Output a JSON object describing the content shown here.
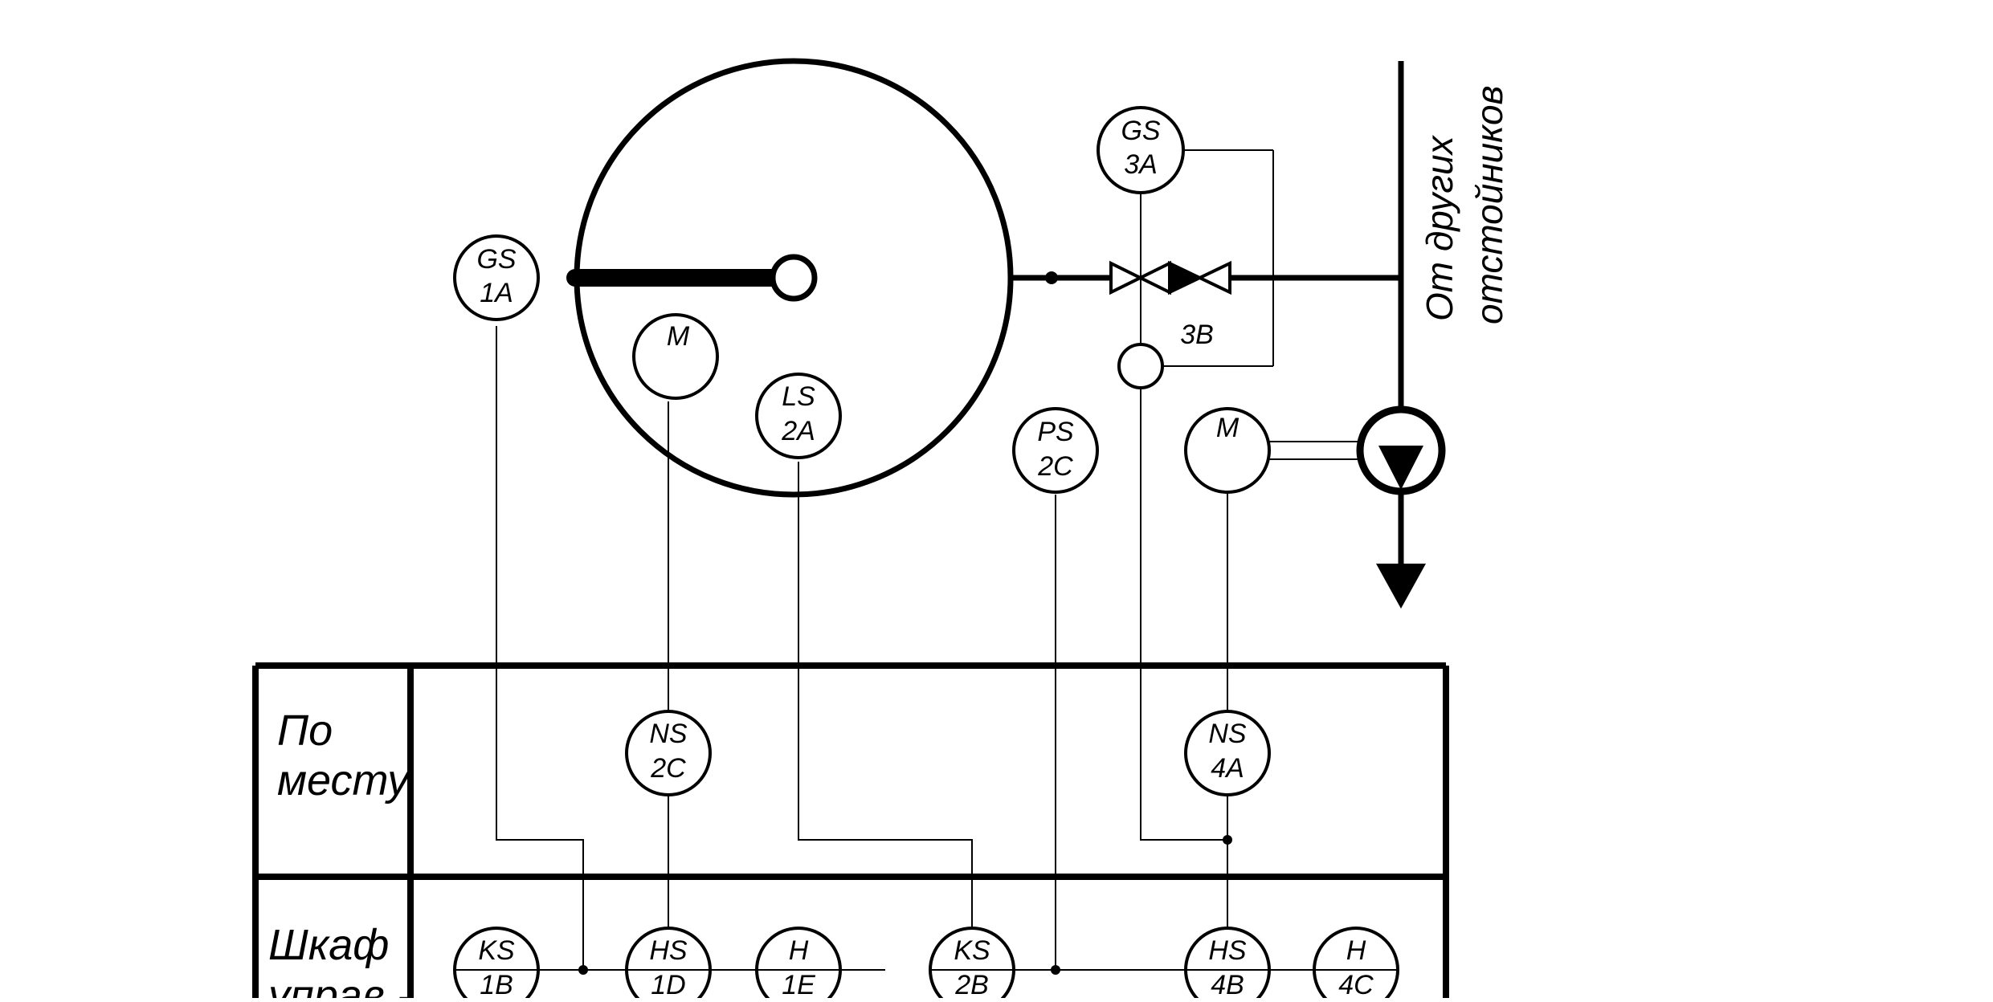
{
  "diagram": {
    "instruments": {
      "gs1a": {
        "top": "GS",
        "bottom": "1A"
      },
      "m1": {
        "top": "M"
      },
      "ls2a": {
        "top": "LS",
        "bottom": "2A"
      },
      "ps2c": {
        "top": "PS",
        "bottom": "2C"
      },
      "gs3a": {
        "top": "GS",
        "bottom": "3A"
      },
      "m2": {
        "top": "M"
      },
      "ns2c": {
        "top": "NS",
        "bottom": "2C"
      },
      "ns4a": {
        "top": "NS",
        "bottom": "4A"
      },
      "ks1b": {
        "top": "KS",
        "bottom": "1B"
      },
      "hs1d": {
        "top": "HS",
        "bottom": "1D"
      },
      "h1e": {
        "top": "H",
        "bottom": "1E"
      },
      "ks2b": {
        "top": "KS",
        "bottom": "2B"
      },
      "hs4b": {
        "top": "HS",
        "bottom": "4B"
      },
      "h4c": {
        "top": "H",
        "bottom": "4C"
      }
    },
    "valve_label": "3B",
    "side_label": {
      "line1": "От других",
      "line2": "отстойников"
    },
    "rows": {
      "local": {
        "line1": "По",
        "line2": "месту"
      },
      "cabinet": {
        "line1": "Шкаф",
        "line2": "управ -"
      }
    }
  }
}
